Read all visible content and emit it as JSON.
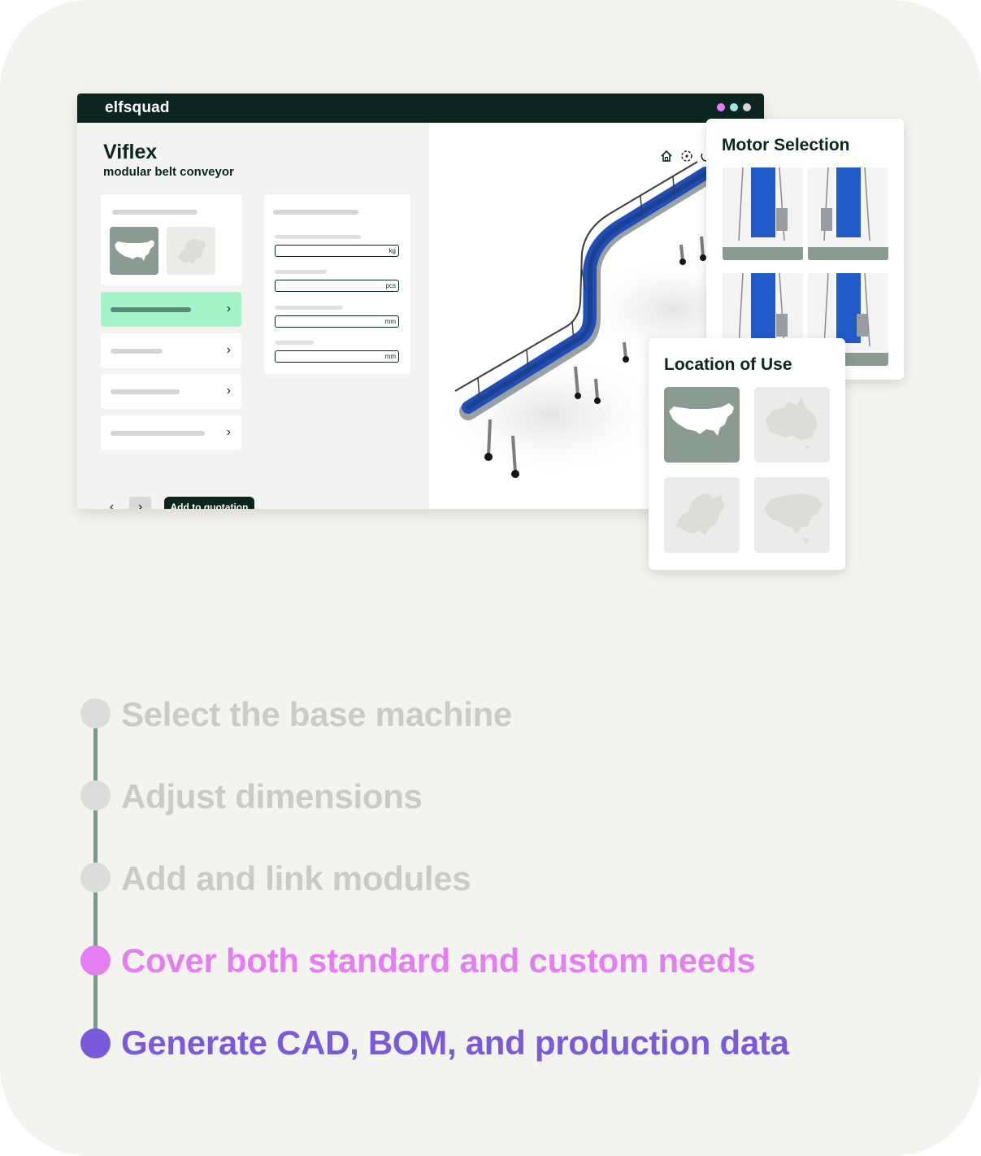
{
  "app": {
    "brand": "elfsquad",
    "window_dots": [
      "#e879f9",
      "#99e6e1",
      "#d4d4d4"
    ]
  },
  "product": {
    "name": "Viflex",
    "subtitle": "modular belt conveyor"
  },
  "configurator": {
    "menu_items": [
      {
        "state": "active"
      },
      {
        "state": "default"
      },
      {
        "state": "default"
      },
      {
        "state": "default"
      }
    ],
    "fields": [
      {
        "unit": "kg"
      },
      {
        "unit": "pcs"
      },
      {
        "unit": "mm"
      },
      {
        "unit": "mm"
      }
    ],
    "prev_label": "‹",
    "next_label": "›",
    "add_to_quotation": "Add to quotation"
  },
  "viewer": {
    "icons": [
      "home-icon",
      "orbit-icon",
      "rotate-icon"
    ]
  },
  "motor_selection": {
    "title": "Motor Selection"
  },
  "location_of_use": {
    "title": "Location of Use",
    "options": [
      "usa-map",
      "australia-map",
      "europe-map",
      "asia-map"
    ],
    "selected": "usa-map"
  },
  "steps": [
    {
      "label": "Select the base machine",
      "color": "#c9cbc8",
      "dot": "#dcdcda"
    },
    {
      "label": "Adjust dimensions",
      "color": "#c9cbc8",
      "dot": "#dcdcda"
    },
    {
      "label": "Add and link modules",
      "color": "#c9cbc8",
      "dot": "#dcdcda"
    },
    {
      "label": "Cover both standard and custom needs",
      "color": "#e37ff0",
      "dot": "#e37ff0"
    },
    {
      "label": "Generate CAD, BOM, and production data",
      "color": "#7b5ad9",
      "dot": "#7b5ad9"
    }
  ],
  "colors": {
    "dark": "#0b2620",
    "accent_green": "#a6f5c8",
    "map_selected": "#8a9b91",
    "belt_blue": "#1f4fb4"
  }
}
